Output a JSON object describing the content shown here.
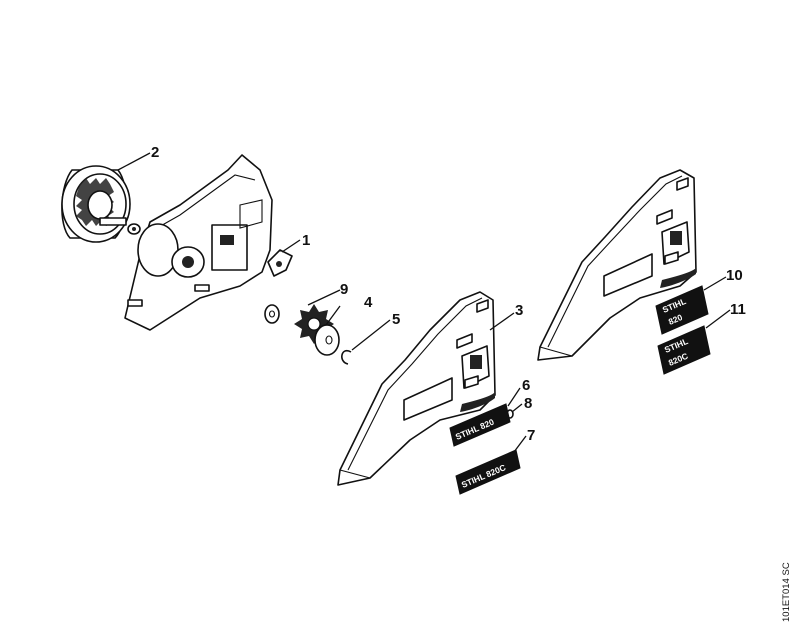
{
  "callouts": {
    "c1": "1",
    "c2": "2",
    "c3": "3",
    "c4": "4",
    "c5": "5",
    "c6": "6",
    "c7": "7",
    "c8": "8",
    "c9": "9",
    "c10": "10",
    "c11": "11"
  },
  "decals": {
    "d6": "STIHL 820",
    "d7": "STIHL 820C",
    "d10_line1": "STIHL",
    "d10_line2": "820",
    "d11_line1": "STIHL",
    "d11_line2": "820C"
  },
  "reference_code": "101ET014 SC"
}
